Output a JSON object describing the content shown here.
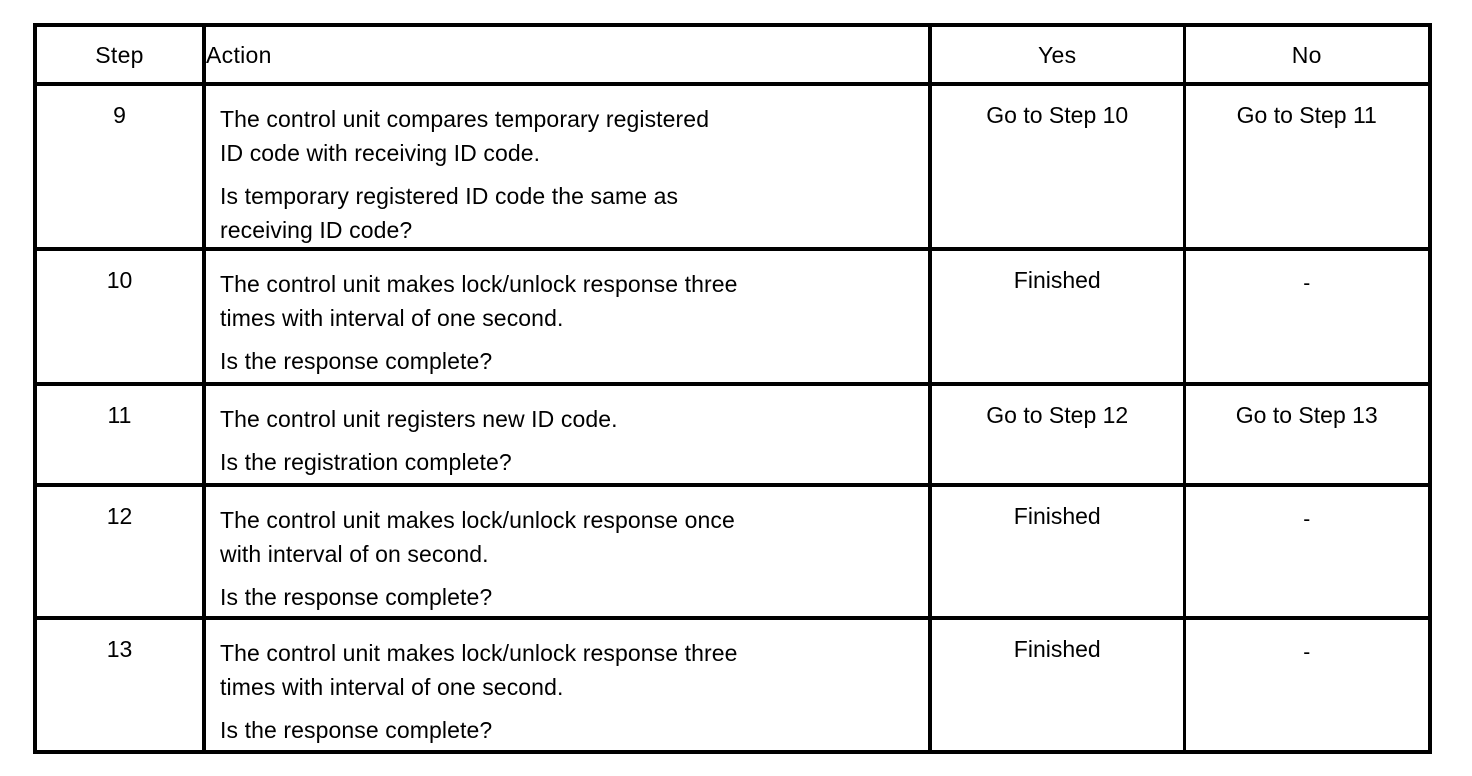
{
  "document": {
    "type": "decision-table",
    "background_color": "#ffffff",
    "ink_color": "#000000"
  },
  "table": {
    "columns": [
      {
        "key": "step",
        "label": "Step"
      },
      {
        "key": "action",
        "label": "Action"
      },
      {
        "key": "yes",
        "label": "Yes"
      },
      {
        "key": "no",
        "label": "No"
      }
    ],
    "rows": [
      {
        "step": "9",
        "action_paragraphs": [
          "The control unit compares temporary registered\nID code with receiving ID code.",
          "Is temporary registered ID code the same as\nreceiving ID code?"
        ],
        "yes": "Go to Step 10",
        "no": "Go to Step 11"
      },
      {
        "step": "10",
        "action_paragraphs": [
          "The control unit makes lock/unlock response three\ntimes with interval of one second.",
          "Is the response complete?"
        ],
        "yes": "Finished",
        "no": "-"
      },
      {
        "step": "11",
        "action_paragraphs": [
          "The control unit registers new ID code.",
          "Is the registration complete?"
        ],
        "yes": "Go to Step 12",
        "no": "Go to Step 13"
      },
      {
        "step": "12",
        "action_paragraphs": [
          "The control unit makes lock/unlock response once\nwith interval of on second.",
          "Is the response complete?"
        ],
        "yes": "Finished",
        "no": "-"
      },
      {
        "step": "13",
        "action_paragraphs": [
          "The control unit makes lock/unlock response three\ntimes with interval of one second.",
          "Is the response complete?"
        ],
        "yes": "Finished",
        "no": "-"
      }
    ]
  }
}
